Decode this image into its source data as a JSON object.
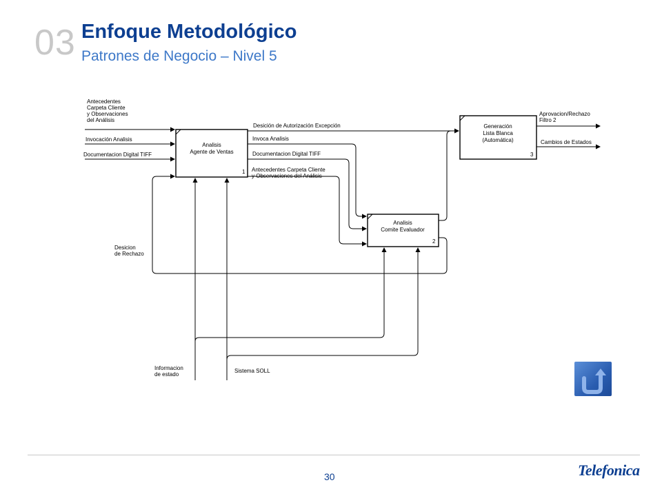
{
  "header": {
    "section_number": "03",
    "title": "Enfoque Metodológico",
    "subtitle": "Patrones de Negocio – Nivel 5"
  },
  "diagram": {
    "boxes": [
      {
        "lines": [
          "Analisis",
          "Agente de Ventas"
        ],
        "number": "1"
      },
      {
        "lines": [
          "Analisis",
          "Comite Evaluador"
        ],
        "number": "2"
      },
      {
        "lines": [
          "Generación",
          "Lista Blanca",
          "(Automática)"
        ],
        "number": "3"
      }
    ],
    "labels": {
      "antecedentes_input": [
        "Antecedentes",
        "Carpeta Cliente",
        "y Observaciones",
        "del Análisis"
      ],
      "invocacion_analisis": "Invocación Analisis",
      "documentacion_tiff_input": "Documentacion Digital TIFF",
      "desicion_autorizacion": "Desición de Autorización Excepción",
      "invoca_analisis": "Invoca Analisis",
      "documentacion_tiff": "Documentacion Digital TIFF",
      "antecedentes_mid": [
        "Antecedentes Carpeta Cliente",
        "y Observaciones del Análisis"
      ],
      "desicion_rechazo": [
        "Desicion",
        "de Rechazo"
      ],
      "aprovacion_rechazo": [
        "Aprovacion/Rechazo",
        "Filtro 2"
      ],
      "cambios_estados": "Cambios de Estados",
      "informacion_estado": [
        "Informacion",
        "de estado"
      ],
      "sistema_soll": "Sistema SOLL"
    }
  },
  "footer": {
    "page_number": "30",
    "logo_text": "Telefonica"
  },
  "colors": {
    "title": "#0d3f91",
    "subtitle": "#3d78c8",
    "section_number": "#c8c8c8"
  },
  "icons": {
    "return_button": "u-turn-arrow-icon"
  }
}
